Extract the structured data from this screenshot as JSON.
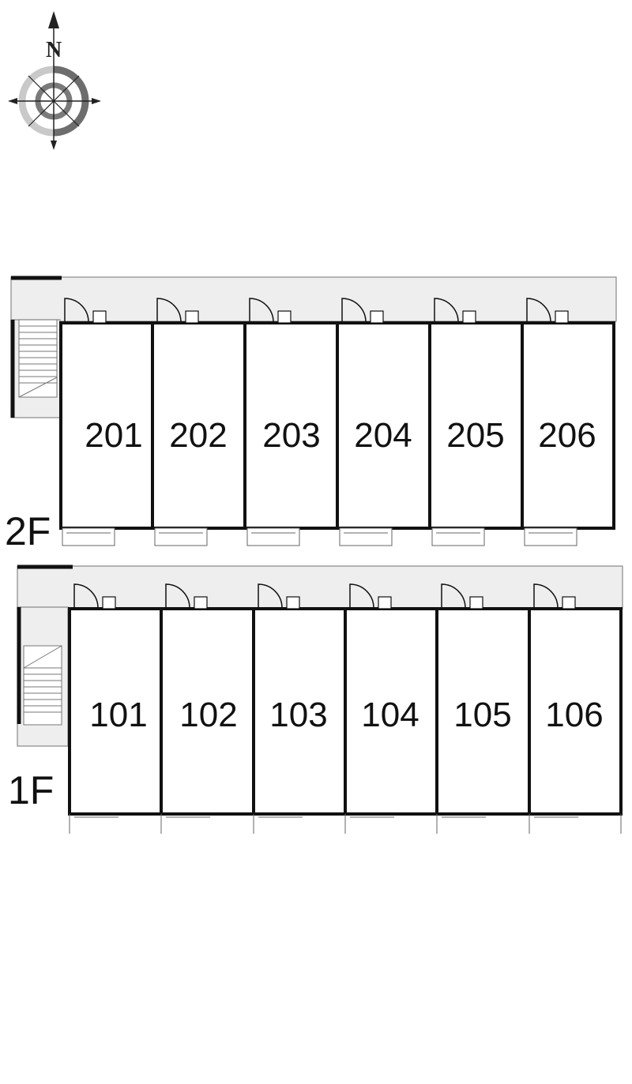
{
  "compass": {
    "north_label": "N"
  },
  "floors": [
    {
      "label": "2F",
      "units": [
        "201",
        "202",
        "203",
        "204",
        "205",
        "206"
      ]
    },
    {
      "label": "1F",
      "units": [
        "101",
        "102",
        "103",
        "104",
        "105",
        "106"
      ]
    }
  ]
}
